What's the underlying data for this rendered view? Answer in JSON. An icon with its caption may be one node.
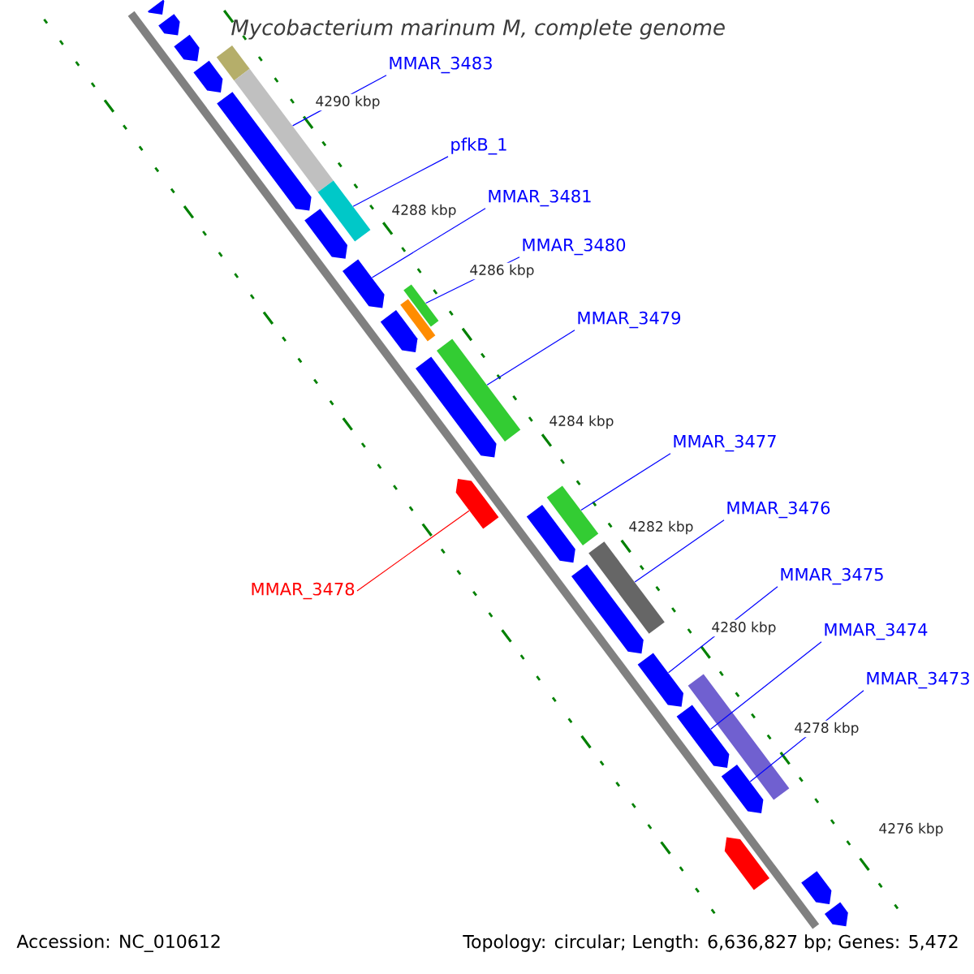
{
  "diagram": {
    "title": "*Mycobacterium marinum* M, complete genome",
    "nodes": [
      {
        "text": [
          "MMAR_3483"
        ]
      },
      {
        "text": [
          "pfkB_1"
        ]
      },
      {
        "text": [
          "MMAR_3481"
        ]
      },
      {
        "text": [
          "MMAR_3480"
        ]
      },
      {
        "text": [
          "MMAR_3479"
        ]
      },
      {
        "text": [
          "MMAR_3477"
        ]
      },
      {
        "text": [
          "MMAR_3476"
        ]
      },
      {
        "text": [
          "MMAR_3475"
        ]
      },
      {
        "text": [
          "MMAR_3474"
        ]
      },
      {
        "text": [
          "MMAR_3473"
        ]
      },
      {
        "text": [
          "MMAR_3478"
        ]
      },
      {
        "text": [],
        "shape": "pentagon"
      },
      {
        "text": [],
        "shape": "pentagon"
      },
      {
        "text": [],
        "shape": "pentagon"
      },
      {
        "text": [],
        "shape": "pentagon"
      },
      {
        "text": [],
        "shape": "bar"
      },
      {
        "text": [],
        "shape": "bar"
      },
      {
        "text": [],
        "shape": "pentagon"
      },
      {
        "text": [],
        "shape": "bar"
      },
      {
        "text": [],
        "shape": "pentagon"
      },
      {
        "text": [],
        "shape": "pentagon"
      },
      {
        "text": [],
        "shape": "bar"
      },
      {
        "text": [],
        "shape": "pentagon"
      },
      {
        "text": [],
        "shape": "bar"
      },
      {
        "text": [],
        "shape": "pentagon"
      },
      {
        "text": [],
        "shape": "bar"
      },
      {
        "text": [],
        "shape": "pentagon"
      },
      {
        "text": [],
        "shape": "pentagon"
      },
      {
        "text": [],
        "shape": "bar"
      },
      {
        "text": [],
        "shape": "bar"
      },
      {
        "text": [],
        "shape": "pentagon"
      },
      {
        "text": [],
        "shape": "pentagon"
      },
      {
        "text": [],
        "shape": "bar"
      },
      {
        "text": [],
        "shape": "pentagon"
      },
      {
        "text": [],
        "shape": "pentagon"
      },
      {
        "text": [],
        "shape": "pentagon"
      },
      {
        "text": [],
        "shape": "pentagon"
      },
      {
        "text": [],
        "shape": "pentagon"
      }
    ],
    "edges": [
      {
        "from": 0,
        "to": 16,
        "arrow": "none"
      },
      {
        "from": 1,
        "to": 18,
        "arrow": "none"
      },
      {
        "from": 2,
        "to": 20,
        "arrow": "none"
      },
      {
        "from": 3,
        "to": 21,
        "arrow": "none"
      },
      {
        "from": 4,
        "to": 25,
        "arrow": "none"
      },
      {
        "from": 5,
        "to": 28,
        "arrow": "none"
      },
      {
        "from": 6,
        "to": 29,
        "arrow": "none"
      },
      {
        "from": 7,
        "to": 31,
        "arrow": "none"
      },
      {
        "from": 8,
        "to": 33,
        "arrow": "none"
      },
      {
        "from": 9,
        "to": 34,
        "arrow": "none"
      },
      {
        "from": 10,
        "to": 26,
        "arrow": "none",
        "color": "#ff0000"
      }
    ],
    "labels": [
      "4290 kbp",
      "4288 kbp",
      "4286 kbp",
      "4284 kbp",
      "4282 kbp",
      "4280 kbp",
      "4278 kbp",
      "4276 kbp",
      "Accession: NC_010612",
      "Topology: circular; Length: 6,636,827 bp; Genes: 5,472"
    ]
  }
}
